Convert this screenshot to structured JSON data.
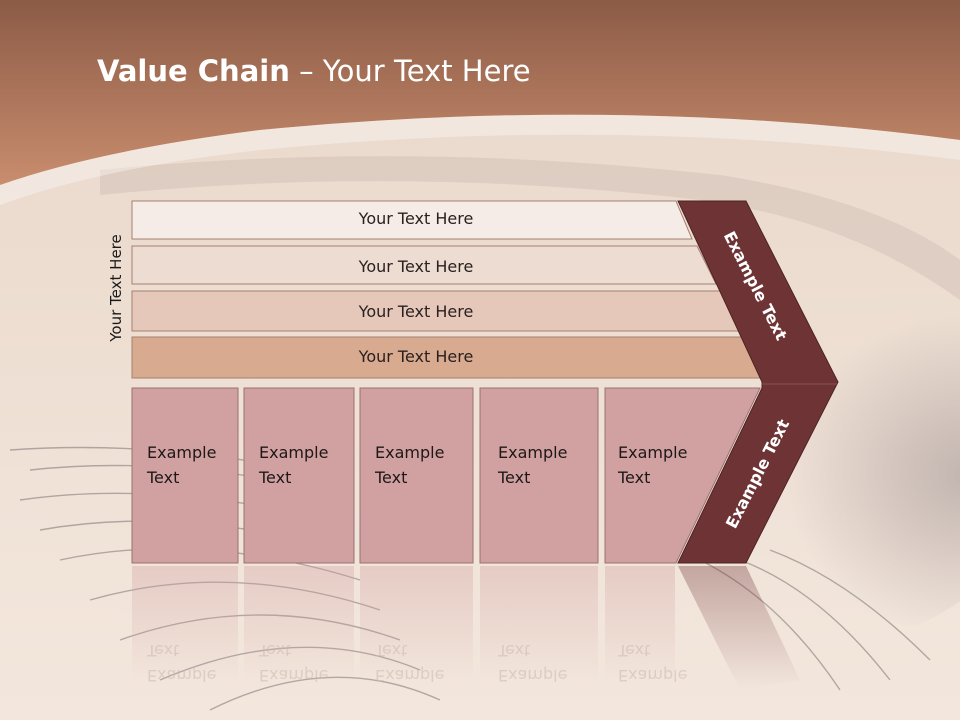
{
  "title": {
    "bold": "Value Chain",
    "rest": " – Your Text Here"
  },
  "side_label": "Your Text Here",
  "rows": [
    {
      "label": "Your Text Here",
      "fill": "#f5ece8"
    },
    {
      "label": "Your Text Here",
      "fill": "#eddcd2"
    },
    {
      "label": "Your Text Here",
      "fill": "#e5c8ba"
    },
    {
      "label": "Your Text Here",
      "fill": "#d8aa8f"
    }
  ],
  "cells": [
    {
      "line1": "Example",
      "line2": "Text"
    },
    {
      "line1": "Example",
      "line2": "Text"
    },
    {
      "line1": "Example",
      "line2": "Text"
    },
    {
      "line1": "Example",
      "line2": "Text"
    },
    {
      "line1": "Example",
      "line2": "Text"
    }
  ],
  "arrow_labels": {
    "upper": "Example Text",
    "lower": "Example Text"
  },
  "colors": {
    "header_top": "#8c5b46",
    "header_bottom": "#c98d6e",
    "cell_fill": "#d1a0a0",
    "arrow_fill": "#6e3435",
    "background": "#efe3d8"
  }
}
